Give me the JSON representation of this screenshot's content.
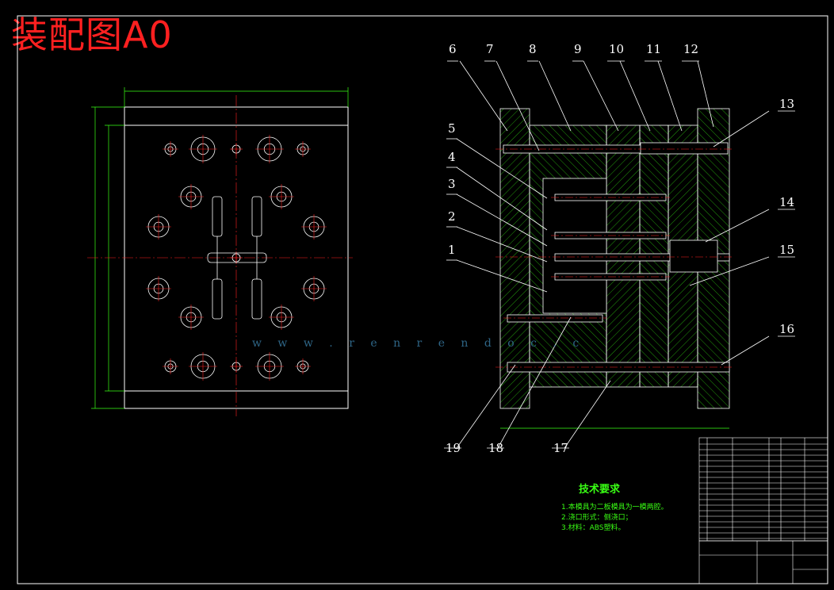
{
  "drawing": {
    "title": "装配图A0"
  },
  "callouts": [
    "1",
    "2",
    "3",
    "4",
    "5",
    "6",
    "7",
    "8",
    "9",
    "10",
    "11",
    "12",
    "13",
    "14",
    "15",
    "16",
    "17",
    "18",
    "19"
  ],
  "tech_requirements": {
    "heading": "技术要求",
    "items": [
      "1.本模具为二板模具为一模两腔。",
      "2.浇口形式：侧浇口；",
      "3.材料：ABS塑料。"
    ]
  },
  "watermark": {
    "text": "w w w . r e n r e n d o c . c"
  },
  "colors": {
    "title": "#ff2020",
    "outline": "#ffffff",
    "centerline": "#ff2020",
    "dimension": "#39ff14",
    "hatch": "#39ff14",
    "watermark": "#3a7fa8"
  }
}
